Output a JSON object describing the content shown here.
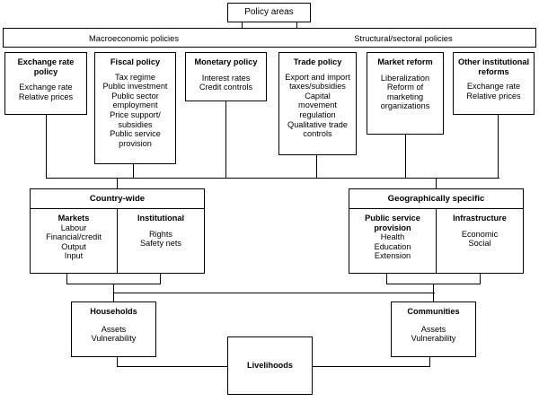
{
  "diagram": {
    "title": "Policy areas",
    "bands": [
      {
        "label": "Macroeconomic policies"
      },
      {
        "label": "Structural/sectoral policies"
      }
    ],
    "policy_boxes": [
      {
        "title": "Exchange rate\npolicy",
        "items": "Exchange rate\nRelative prices"
      },
      {
        "title": "Fiscal policy",
        "items": "Tax regime\nPublic investment\nPublic sector\nemployment\nPrice support/\nsubsidies\nPublic service\nprovision"
      },
      {
        "title": "Monetary policy",
        "items": "Interest rates\nCredit controls"
      },
      {
        "title": "Trade policy",
        "items": "Export and import\ntaxes/subsidies\nCapital\nmovement\nregulation\nQualitative trade\ncontrols"
      },
      {
        "title": "Market reform",
        "items": "Liberalization\nReform of\nmarketing\norganizations"
      },
      {
        "title": "Other institutional\nreforms",
        "items": "Exchange rate\nRelative prices"
      }
    ],
    "level_boxes": [
      {
        "title": "Country-wide",
        "columns": [
          {
            "title": "Markets",
            "items": "Labour\nFinancial/credit\nOutput\nInput"
          },
          {
            "title": "Institutional",
            "items": "Rights\nSafety nets"
          }
        ]
      },
      {
        "title": "Geographically specific",
        "columns": [
          {
            "title": "Public service\nprovision",
            "items": "Health\nEducation\nExtension"
          },
          {
            "title": "Infrastructure",
            "items": "Economic\nSocial"
          }
        ]
      }
    ],
    "actor_boxes": [
      {
        "title": "Households",
        "items": "Assets\nVulnerability"
      },
      {
        "title": "Communities",
        "items": "Assets\nVulnerability"
      }
    ],
    "outcome": {
      "title": "Livelihoods"
    }
  }
}
